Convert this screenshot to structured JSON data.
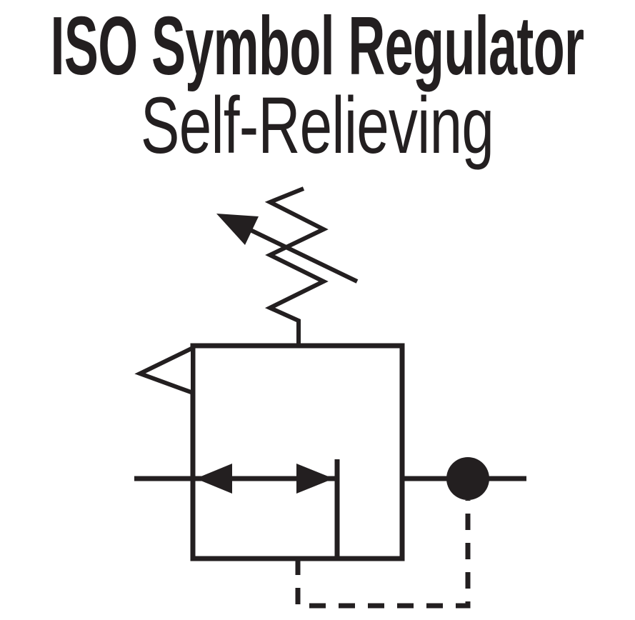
{
  "header": {
    "title": "ISO Symbol Regulator",
    "subtitle": "Self-Relieving"
  },
  "colors": {
    "ink": "#231F20",
    "background": "#FFFFFF"
  },
  "diagram": {
    "type": "iso-pneumatic-symbol",
    "parts": [
      "adjustable-spring-icon",
      "spring-adjustment-arrow-icon",
      "regulator-body",
      "relief-vent-triangle-icon",
      "inlet-flow-line",
      "flow-arrow-left-icon",
      "flow-arrow-right-icon",
      "valve-seat-line",
      "outlet-flow-line",
      "pilot-tap-circle-icon",
      "pilot-sensing-line-dashed"
    ]
  }
}
